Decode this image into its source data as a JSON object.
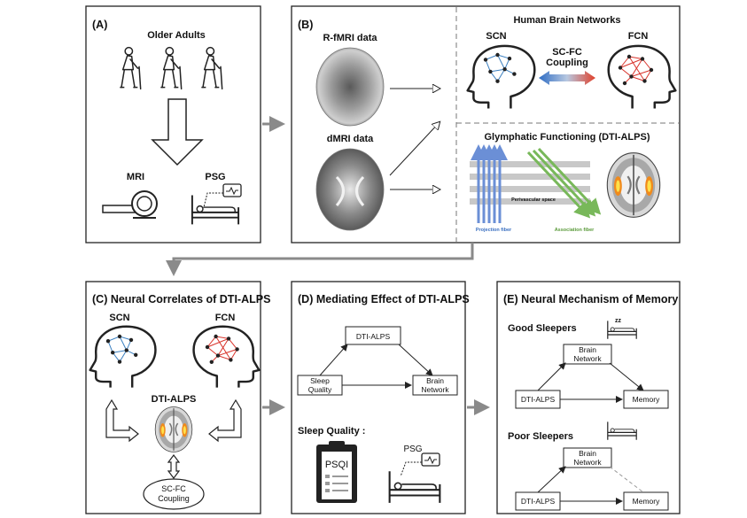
{
  "panel_a": {
    "label": "(A)",
    "older_adults": "Older Adults",
    "mri": "MRI",
    "psg": "PSG"
  },
  "panel_b": {
    "label": "(B)",
    "rfmri": "R-fMRI data",
    "dmri": "dMRI data",
    "networks_title": "Human Brain Networks",
    "scn": "SCN",
    "fcn": "FCN",
    "coupling_line1": "SC-FC",
    "coupling_line2": "Coupling",
    "glymphatic_title": "Glymphatic Functioning (DTI-ALPS)",
    "perivascular": "Perivascular space",
    "projection": "Projection fiber",
    "association": "Association fiber"
  },
  "panel_c": {
    "title": "(C) Neural Correlates of DTI-ALPS",
    "scn": "SCN",
    "fcn": "FCN",
    "dti_alps": "DTI-ALPS",
    "coupling_line1": "SC-FC",
    "coupling_line2": "Coupling"
  },
  "panel_d": {
    "title": "(D) Mediating Effect of DTI-ALPS",
    "dti_alps": "DTI-ALPS",
    "sleep_line1": "Sleep",
    "sleep_line2": "Quality",
    "brain_line1": "Brain",
    "brain_line2": "Network",
    "sleep_quality_heading": "Sleep Quality :",
    "psqi": "PSQI",
    "psg": "PSG"
  },
  "panel_e": {
    "title": "(E) Neural Mechanism of Memory",
    "good": "Good Sleepers",
    "poor": "Poor Sleepers",
    "brain_line1": "Brain",
    "brain_line2": "Network",
    "dti_alps": "DTI-ALPS",
    "memory": "Memory",
    "zz": "zz"
  },
  "colors": {
    "scn_edges": "#3a7fc0",
    "fcn_edges": "#d9322a",
    "projection_fiber": "#6b8fd6",
    "association_fiber": "#78b85a",
    "flow_arrow": "#8a8a8a"
  }
}
